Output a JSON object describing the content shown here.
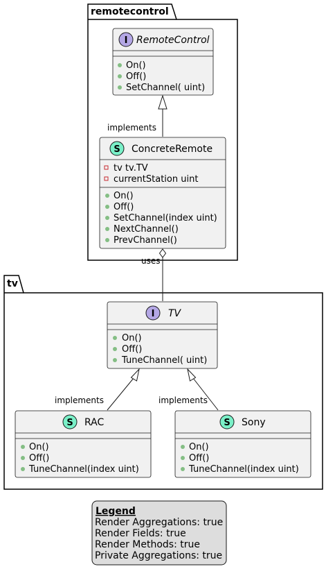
{
  "packages": {
    "remotecontrol": {
      "title": "remotecontrol"
    },
    "tv": {
      "title": "tv"
    }
  },
  "classes": {
    "remote_control": {
      "stereotype_letter": "I",
      "stereotype_color": "#b4a7e5",
      "name": "RemoteControl",
      "fields": [],
      "methods": [
        "On()",
        "Off()",
        "SetChannel( uint)"
      ]
    },
    "concrete_remote": {
      "stereotype_letter": "S",
      "stereotype_color": "#7af0c8",
      "name": "ConcreteRemote",
      "fields": [
        "tv tv.TV",
        "currentStation uint"
      ],
      "methods": [
        "On()",
        "Off()",
        "SetChannel(index uint)",
        "NextChannel()",
        "PrevChannel()"
      ]
    },
    "tv": {
      "stereotype_letter": "I",
      "stereotype_color": "#b4a7e5",
      "name": "TV",
      "fields": [],
      "methods": [
        "On()",
        "Off()",
        "TuneChannel( uint)"
      ]
    },
    "rac": {
      "stereotype_letter": "S",
      "stereotype_color": "#7af0c8",
      "name": "RAC",
      "fields": [],
      "methods": [
        "On()",
        "Off()",
        "TuneChannel(index uint)"
      ]
    },
    "sony": {
      "stereotype_letter": "S",
      "stereotype_color": "#7af0c8",
      "name": "Sony",
      "fields": [],
      "methods": [
        "On()",
        "Off()",
        "TuneChannel(index uint)"
      ]
    }
  },
  "relations": {
    "concrete_implements_remote": "implements",
    "concrete_uses_tv": "uses",
    "rac_implements_tv": "implements",
    "sony_implements_tv": "implements"
  },
  "legend": {
    "title": "Legend",
    "lines": [
      "Render Aggregations: true",
      "Render Fields: true",
      "Render Methods: true",
      "Private Aggregations: true"
    ]
  },
  "colors": {
    "class_fill": "#f1f1f1",
    "class_border": "#181818",
    "legend_fill": "#dddddd",
    "private_marker": "#c82930",
    "public_marker": "#84be84"
  }
}
